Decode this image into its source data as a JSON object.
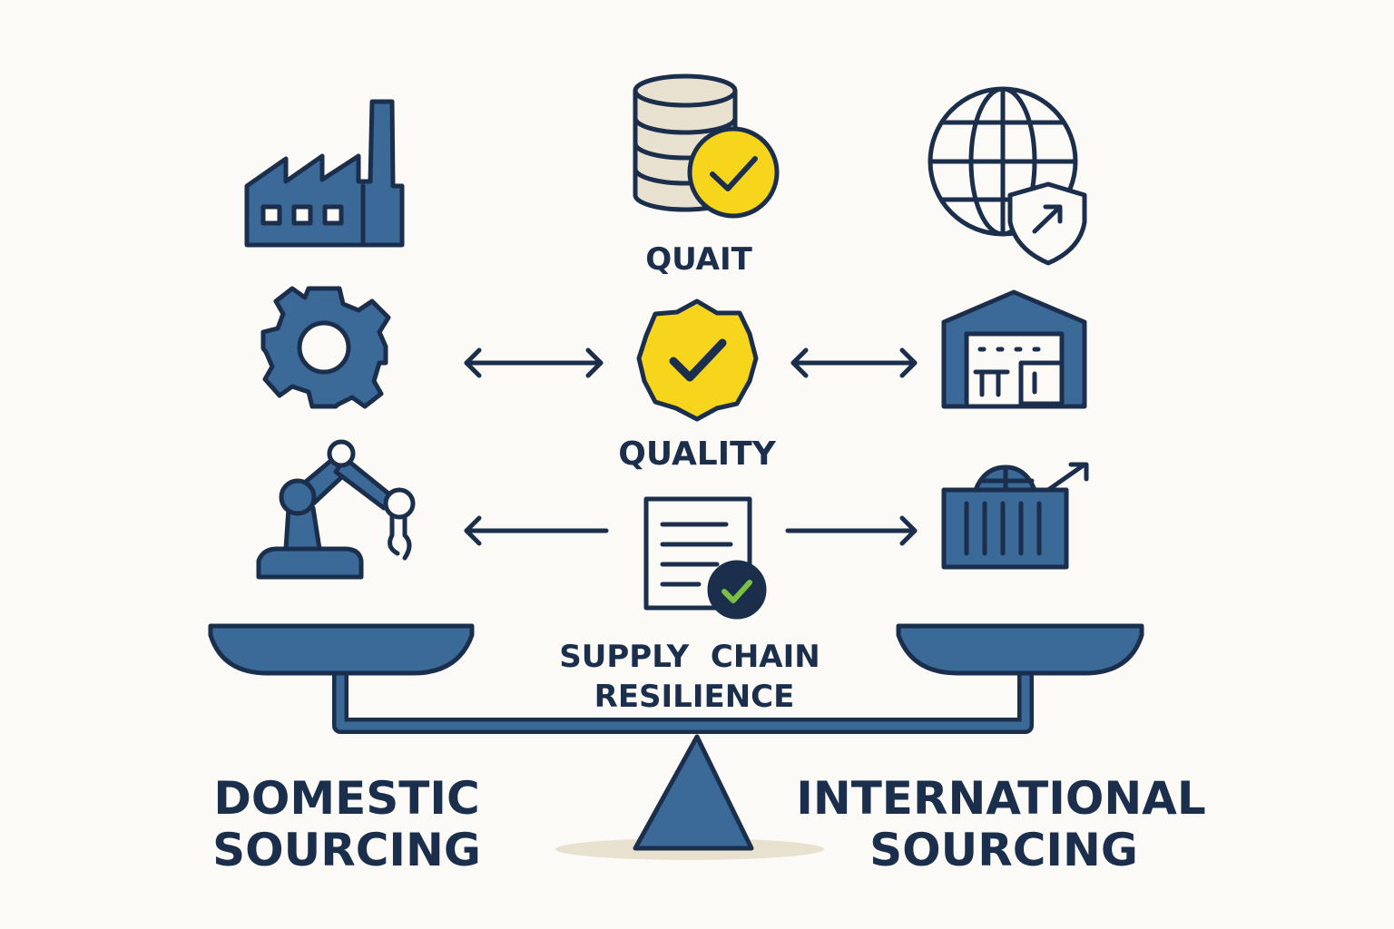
{
  "colors": {
    "navy": "#1b2f4d",
    "blue": "#3b6a98",
    "yellow": "#f7d51d",
    "cream": "#e9e1cf",
    "background": "#fbfaf6",
    "green": "#7ac143"
  },
  "labels": {
    "quait": "QUAIT",
    "quality": "QUALITY",
    "supply_chain_line1": "SUPPLY  CHAIN",
    "supply_chain_line2": "RESILIENCE",
    "domestic_line1": "DOMESTIC",
    "domestic_line2": "SOURCING",
    "international_line1": "INTERNATIONAL",
    "international_line2": "SOURCING"
  },
  "icons": [
    "factory-icon",
    "database-check-icon",
    "globe-shield-icon",
    "gear-icon",
    "quality-badge-icon",
    "warehouse-icon",
    "robot-arm-icon",
    "document-check-icon",
    "shipping-container-icon",
    "balance-scale-icon"
  ]
}
